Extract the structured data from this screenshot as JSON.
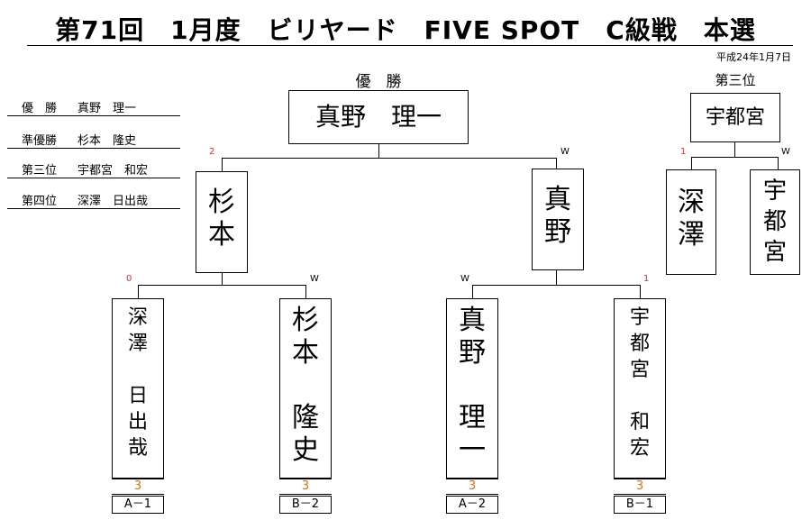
{
  "title": "第71回　1月度　ビリヤード　FIVE SPOT　C級戦　本選",
  "date": "平成24年1月7日",
  "results": [
    {
      "rank": "優　勝",
      "name": "真野　理一"
    },
    {
      "rank": "準優勝",
      "name": "杉本　隆史"
    },
    {
      "rank": "第三位",
      "name": "宇都宮　和宏"
    },
    {
      "rank": "第四位",
      "name": "深澤　日出哉"
    }
  ],
  "champion": {
    "caption": "優　勝",
    "name": "真野　理一"
  },
  "third_place": {
    "caption": "第三位",
    "winner": "宇都宮",
    "left": {
      "name": [
        "深",
        "澤"
      ],
      "score": "1"
    },
    "right": {
      "name": [
        "宇",
        "都",
        "宮"
      ],
      "score": "W"
    }
  },
  "final": {
    "left": {
      "name": [
        "杉",
        "本"
      ],
      "score": "2"
    },
    "right": {
      "name": [
        "真",
        "野"
      ],
      "score": "W"
    }
  },
  "semis": [
    {
      "name": [
        "深",
        "澤",
        "",
        "日",
        "出",
        "哉"
      ],
      "score": "0",
      "seed": "3",
      "code": "A－1"
    },
    {
      "name": [
        "杉",
        "本",
        "",
        "隆",
        "史"
      ],
      "score": "W",
      "seed": "3",
      "code": "B－2"
    },
    {
      "name": [
        "真",
        "野",
        "",
        "理",
        "一"
      ],
      "score": "W",
      "seed": "3",
      "code": "A－2"
    },
    {
      "name": [
        "宇",
        "都",
        "宮",
        "",
        "和",
        "宏"
      ],
      "score": "1",
      "seed": "3",
      "code": "B－1"
    }
  ]
}
